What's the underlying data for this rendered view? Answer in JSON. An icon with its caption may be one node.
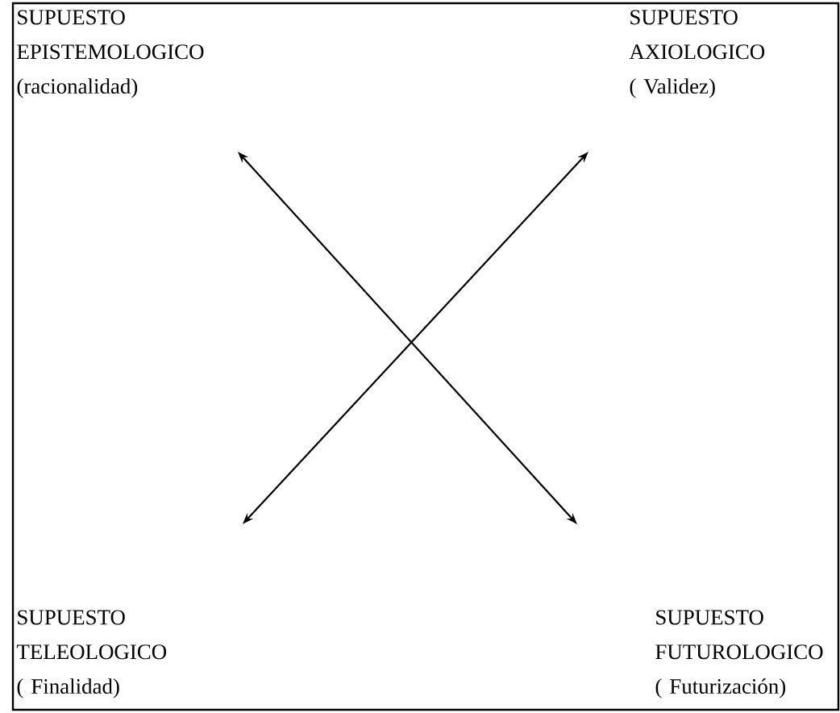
{
  "diagram": {
    "nodes": [
      {
        "text": [
          "SUPUESTO EPISTEMOLOGICO",
          "(racionalidad)"
        ]
      },
      {
        "text": [
          "SUPUESTO AXIOLOGICO",
          "( Validez)"
        ]
      },
      {
        "text": [
          "SUPUESTO TELEOLOGICO",
          "( Finalidad)"
        ]
      },
      {
        "text": [
          "SUPUESTO FUTUROLOGICO",
          "( Futurización)"
        ]
      }
    ],
    "edges": [
      {
        "from": 0,
        "to": 3,
        "arrow": "both"
      },
      {
        "from": 2,
        "to": 1,
        "arrow": "both"
      }
    ]
  }
}
